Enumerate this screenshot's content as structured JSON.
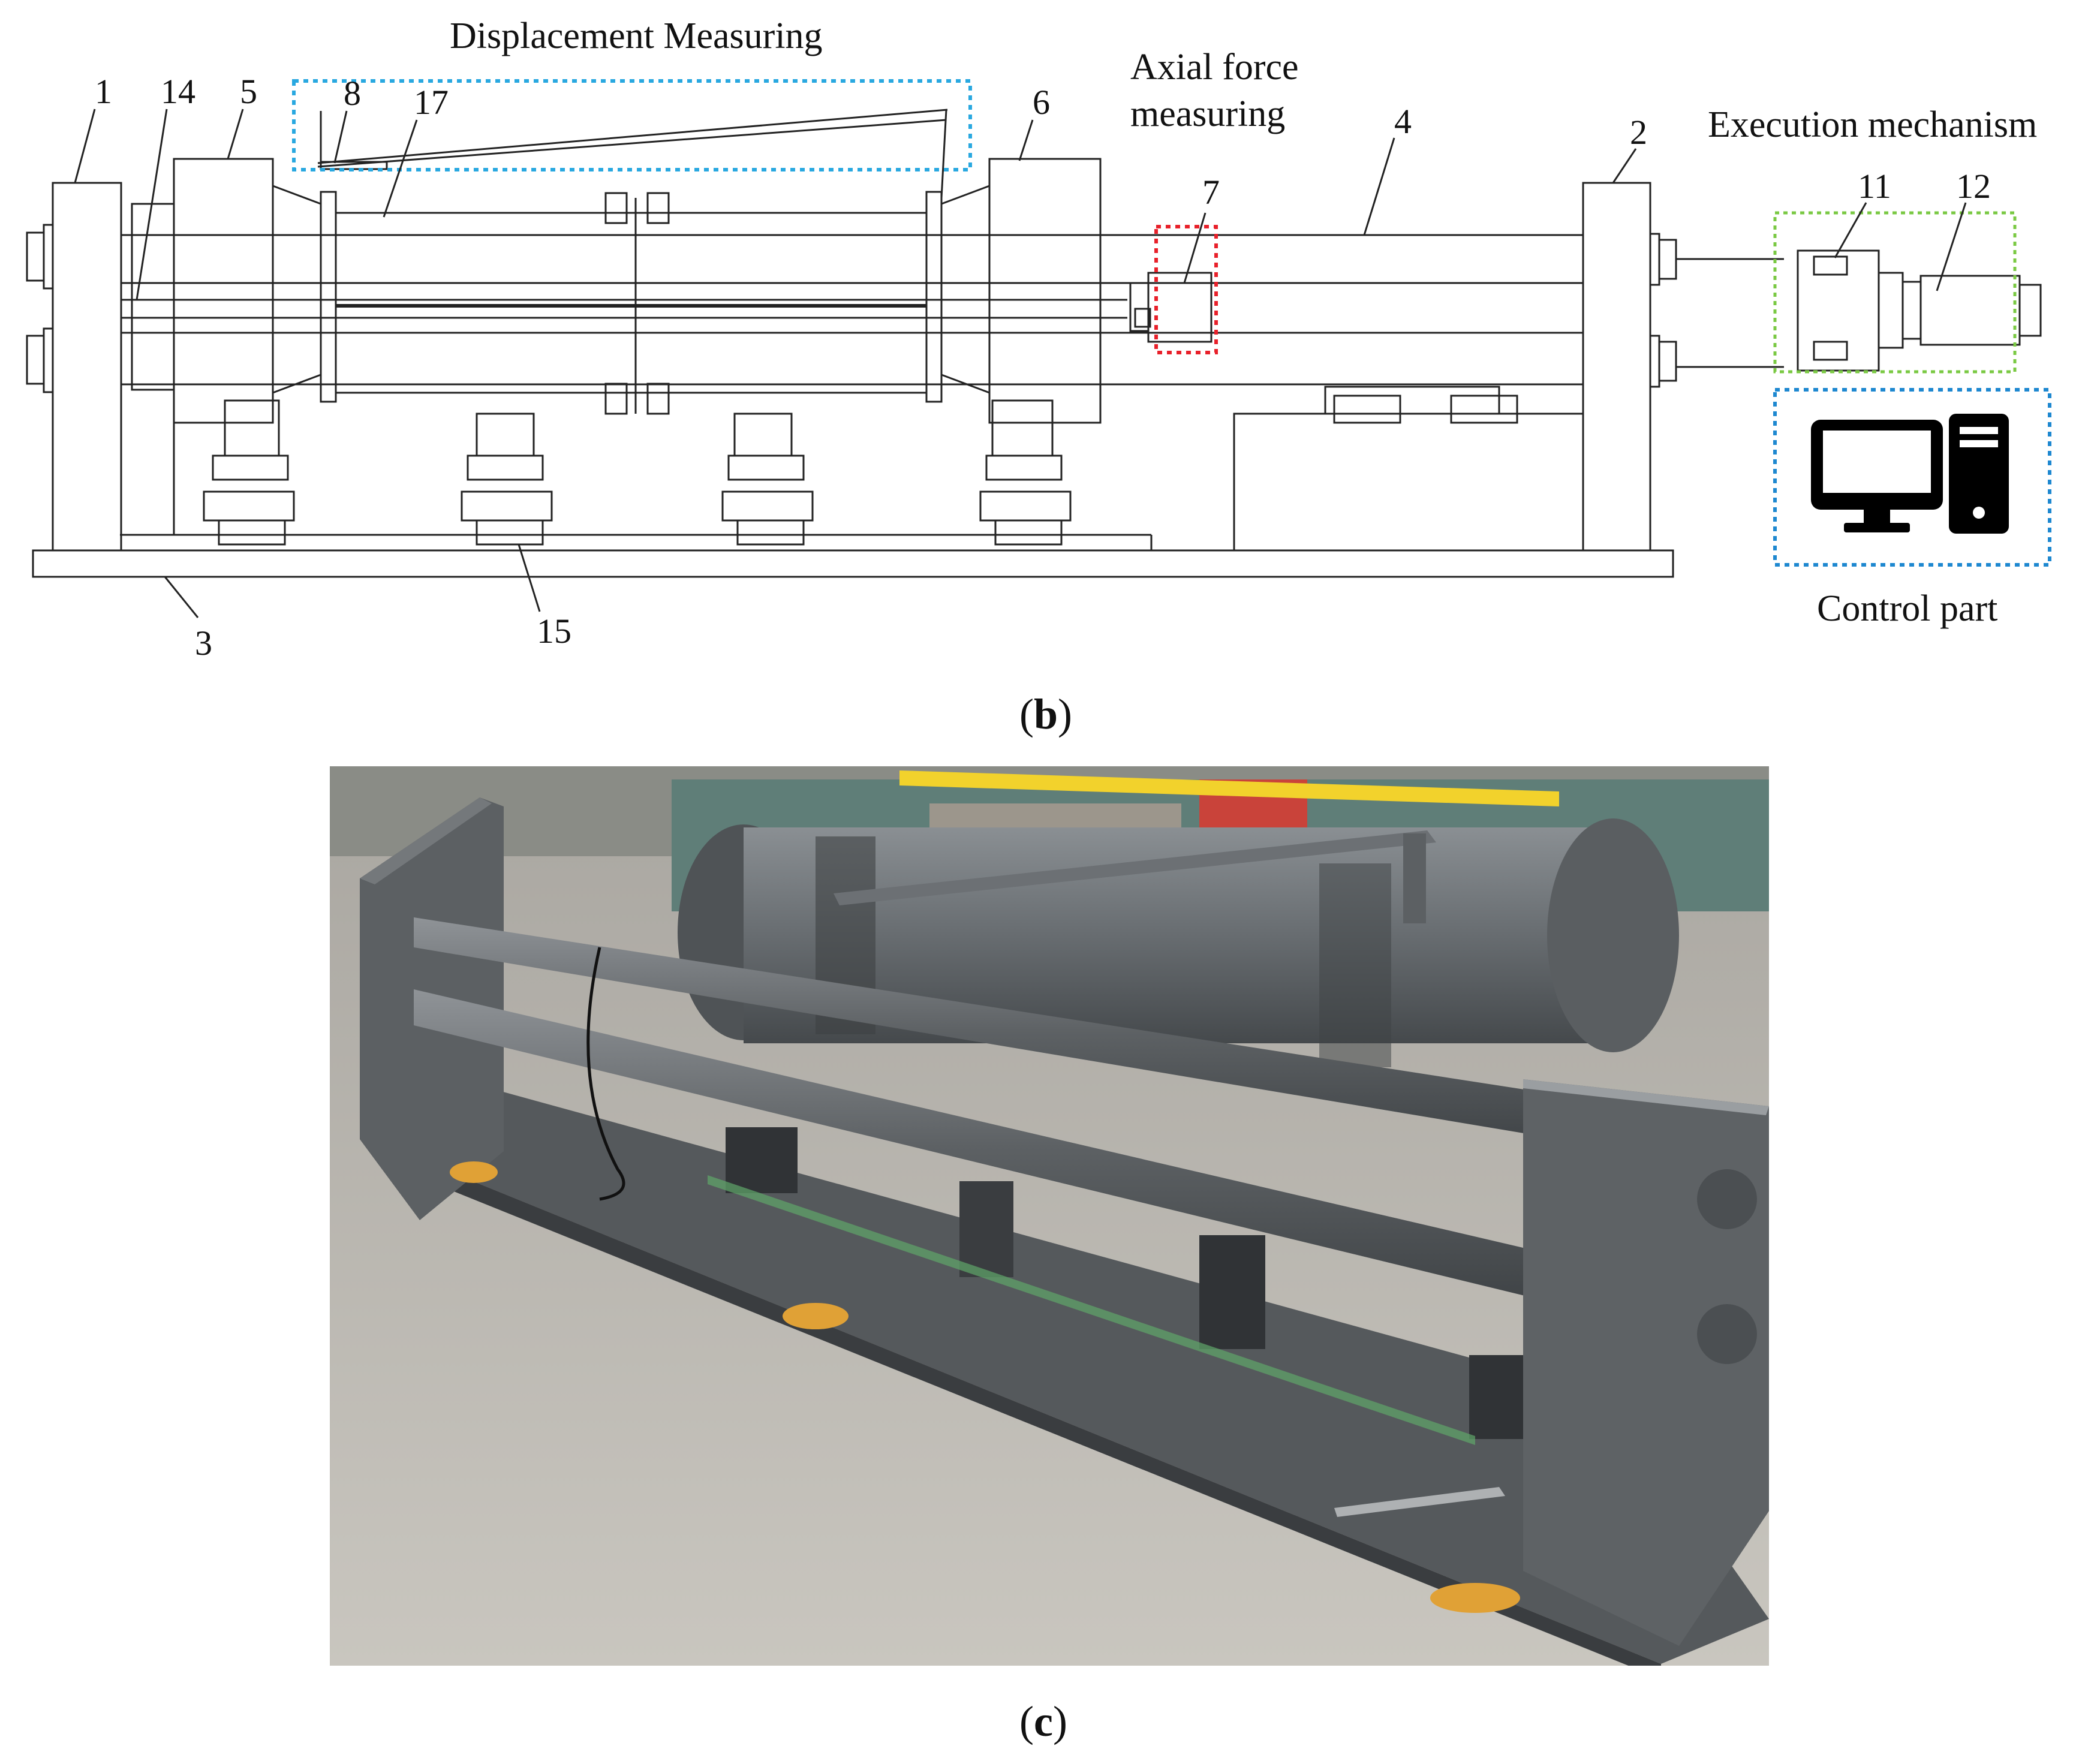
{
  "drawing": {
    "group_labels": {
      "displacement": "Displacement Measuring",
      "axial_line1": "Axial force",
      "axial_line2": "measuring",
      "execution": "Execution mechanism",
      "control": "Control part"
    },
    "part_numbers": {
      "n1": "1",
      "n14": "14",
      "n5": "5",
      "n8": "8",
      "n17": "17",
      "n6": "6",
      "n7": "7",
      "n4": "4",
      "n2": "2",
      "n11": "11",
      "n12": "12",
      "n3": "3",
      "n15": "15"
    },
    "box_colors": {
      "displacement": "#29a8e0",
      "axial": "#e8202a",
      "execution": "#7ac943",
      "control": "#1e88d0"
    }
  },
  "captions": {
    "b_letter": "b",
    "c_letter": "c"
  },
  "photo": {
    "colors": {
      "floor": "#bdbab3",
      "frame": "#5f6366",
      "frame_dark": "#44484b",
      "cylinder": "#6f7478",
      "feet": "#e8a93a",
      "tape": "#f2d22c"
    }
  }
}
